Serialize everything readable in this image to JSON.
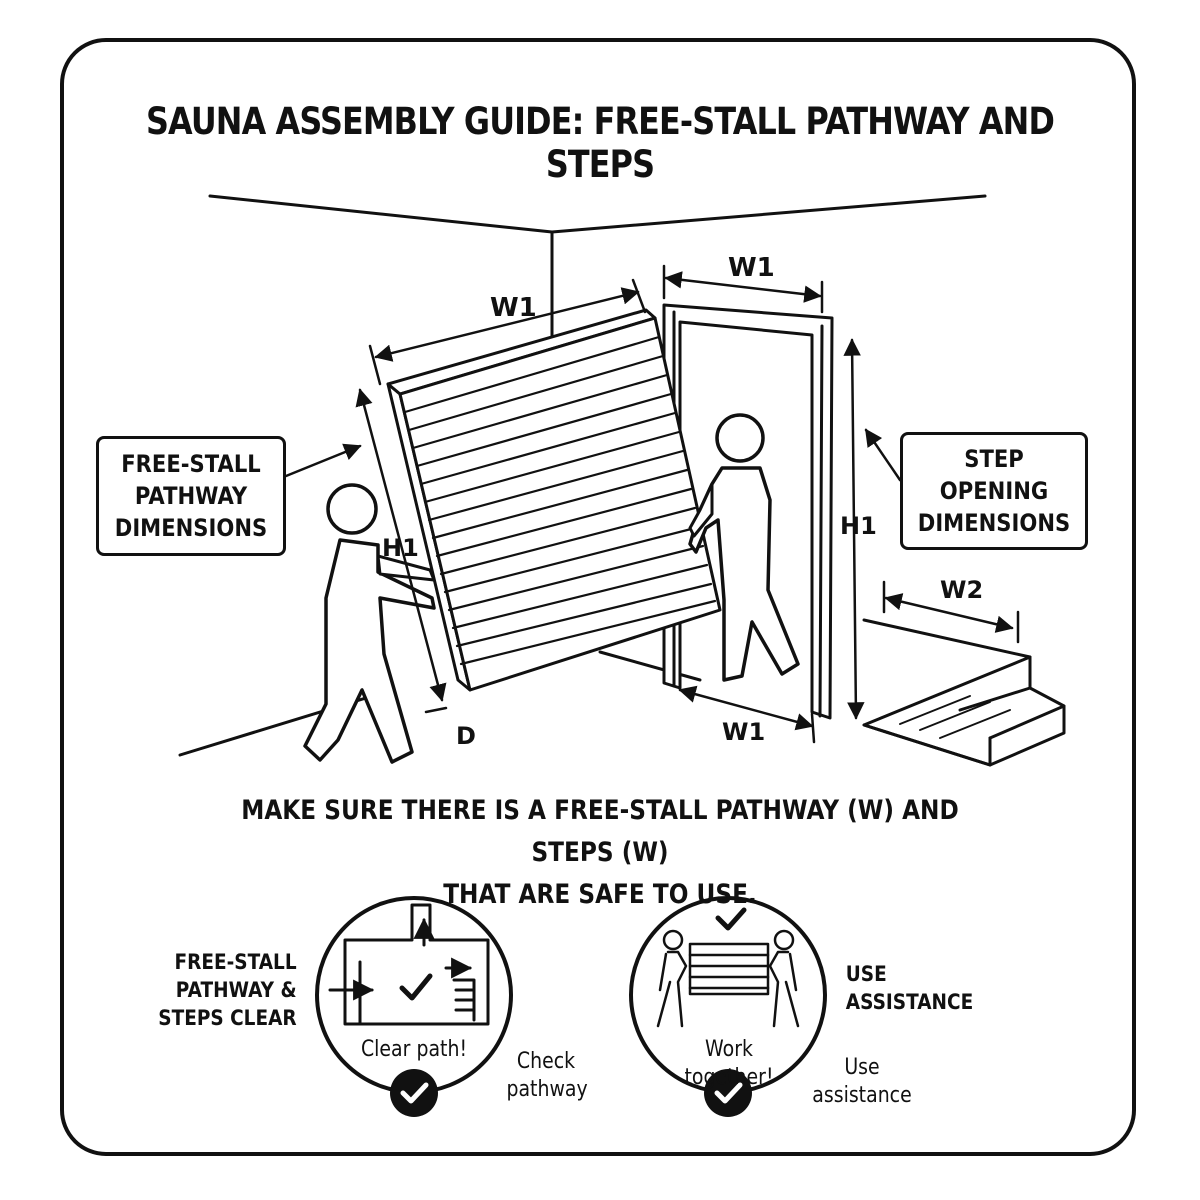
{
  "title": "SAUNA ASSEMBLY GUIDE: FREE-STALL PATHWAY AND STEPS",
  "dimensions": {
    "panel_width": "W1",
    "panel_height": "H1",
    "panel_depth": "D",
    "door_width_top": "W1",
    "door_height": "H1",
    "door_width_bottom": "W1",
    "step_width": "W2"
  },
  "callouts": {
    "pathway": "FREE-STALL PATHWAY DIMENSIONS",
    "step": "STEP OPENING DIMENSIONS"
  },
  "instruction": {
    "line1": "MAKE SURE THERE IS A FREE-STALL PATHWAY (W) AND STEPS (W)",
    "line2": "THAT ARE SAFE TO USE."
  },
  "tips": [
    {
      "side_label": "FREE-STALL PATHWAY & STEPS CLEAR",
      "caption": "Clear path!",
      "note": "Check pathway",
      "icon": "floor-plan-check-icon"
    },
    {
      "side_label": "USE ASSISTANCE",
      "caption": "Work together!",
      "note": "Use assistance",
      "icon": "two-people-carry-icon"
    }
  ]
}
